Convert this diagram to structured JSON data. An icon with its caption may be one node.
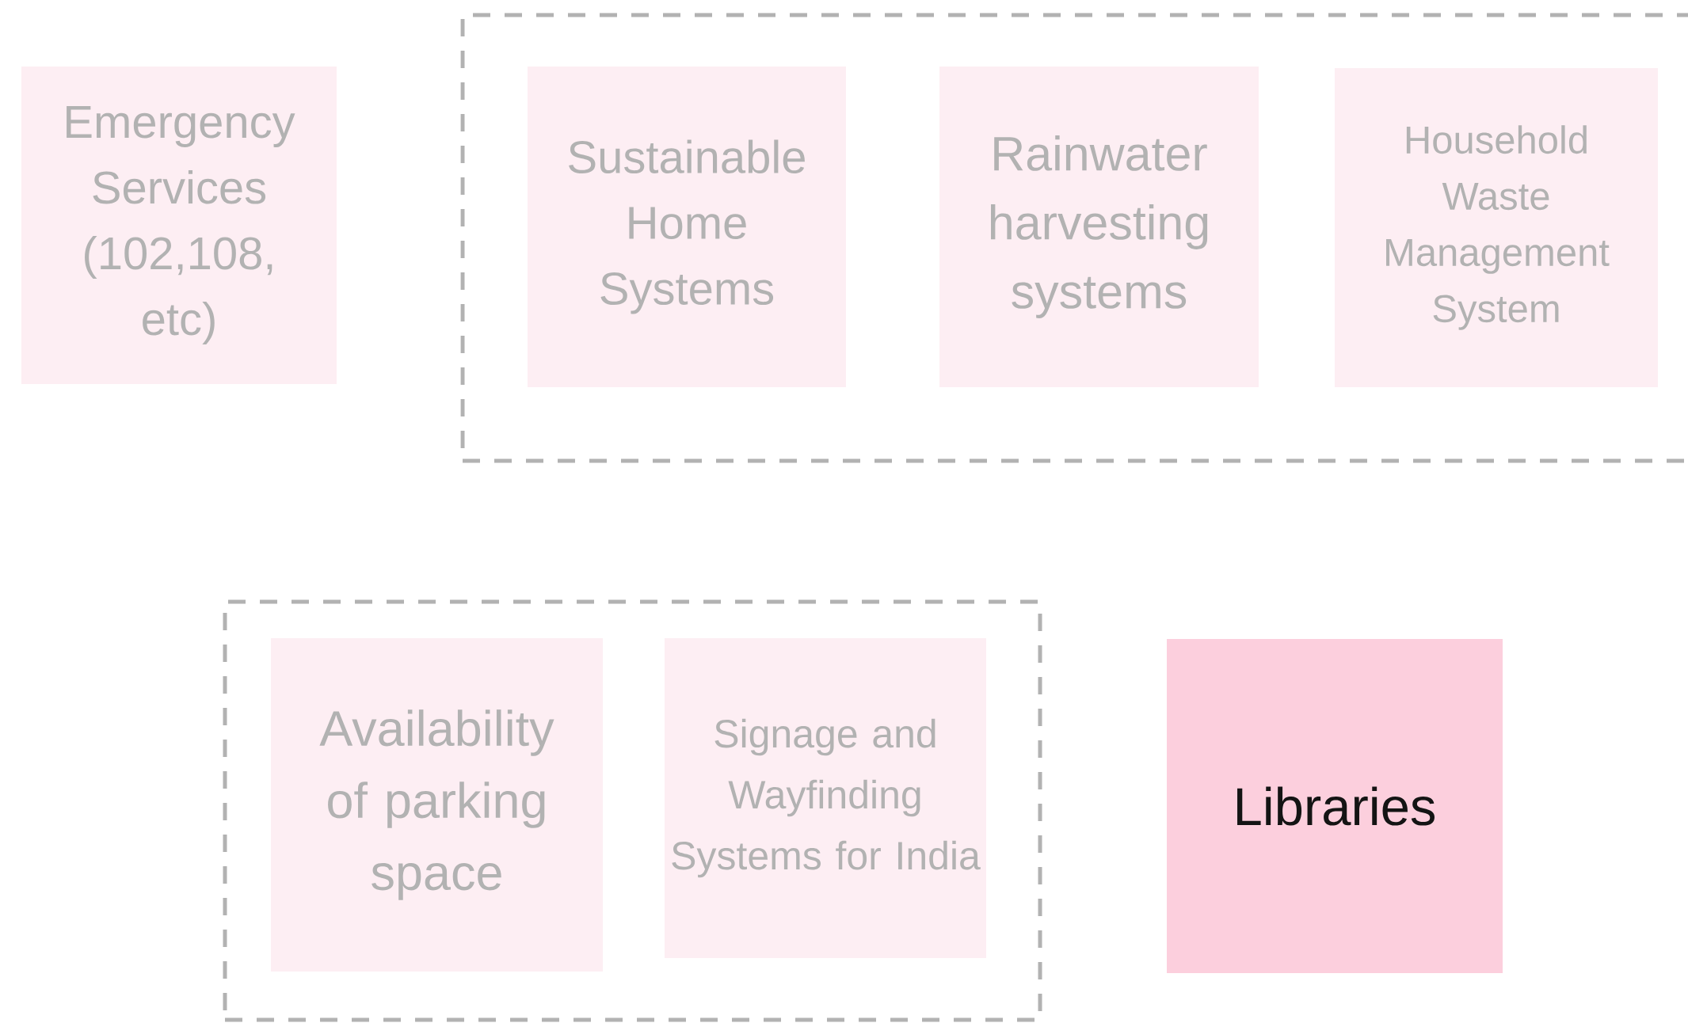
{
  "diagram": {
    "nodes": [
      {
        "text": [
          "Emergency Services (102,108, etc)"
        ]
      },
      {
        "text": [],
        "shape": "box"
      },
      {
        "text": [
          "Sustainable Home Systems"
        ],
        "in": 1
      },
      {
        "text": [
          "Rainwater harvesting systems"
        ],
        "in": 1
      },
      {
        "text": [
          "Household Waste Management System"
        ],
        "in": 1
      },
      {
        "text": [],
        "shape": "box"
      },
      {
        "text": [
          "Availability of parking space"
        ],
        "in": 5
      },
      {
        "text": [
          "Signage and Wayfinding Systems for India"
        ],
        "in": 5
      },
      {
        "text": [
          "Libraries"
        ]
      }
    ]
  }
}
